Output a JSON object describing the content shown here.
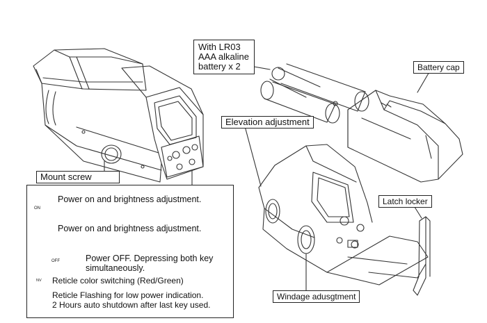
{
  "callouts": {
    "battery_spec": "With LR03\nAAA alkaline\nbattery x 2",
    "battery_cap": "Battery cap",
    "elevation": "Elevation adjustment",
    "mount_screw": "Mount screw",
    "latch_locker": "Latch locker",
    "windage": "Windage adusgtment"
  },
  "legend": {
    "items": [
      {
        "icon": "power-up-key-icon",
        "icon_caption": "ON",
        "text": "Power on and brightness adjustment."
      },
      {
        "icon": "power-down-key-icon",
        "text": "Power on and brightness adjustment."
      },
      {
        "icon": "power-off-combo-icon",
        "icon_caption": "OFF",
        "text": "Power OFF. Depressing both key\nsimultaneously."
      },
      {
        "icon": "nv-button-icon",
        "icon_caption": "NV",
        "text": "Reticle color switching (Red/Green)"
      },
      {
        "icon": "indicator-led-icon",
        "text": "Reticle Flashing for low power indication.\n2 Hours auto shutdown after last key used."
      }
    ]
  }
}
